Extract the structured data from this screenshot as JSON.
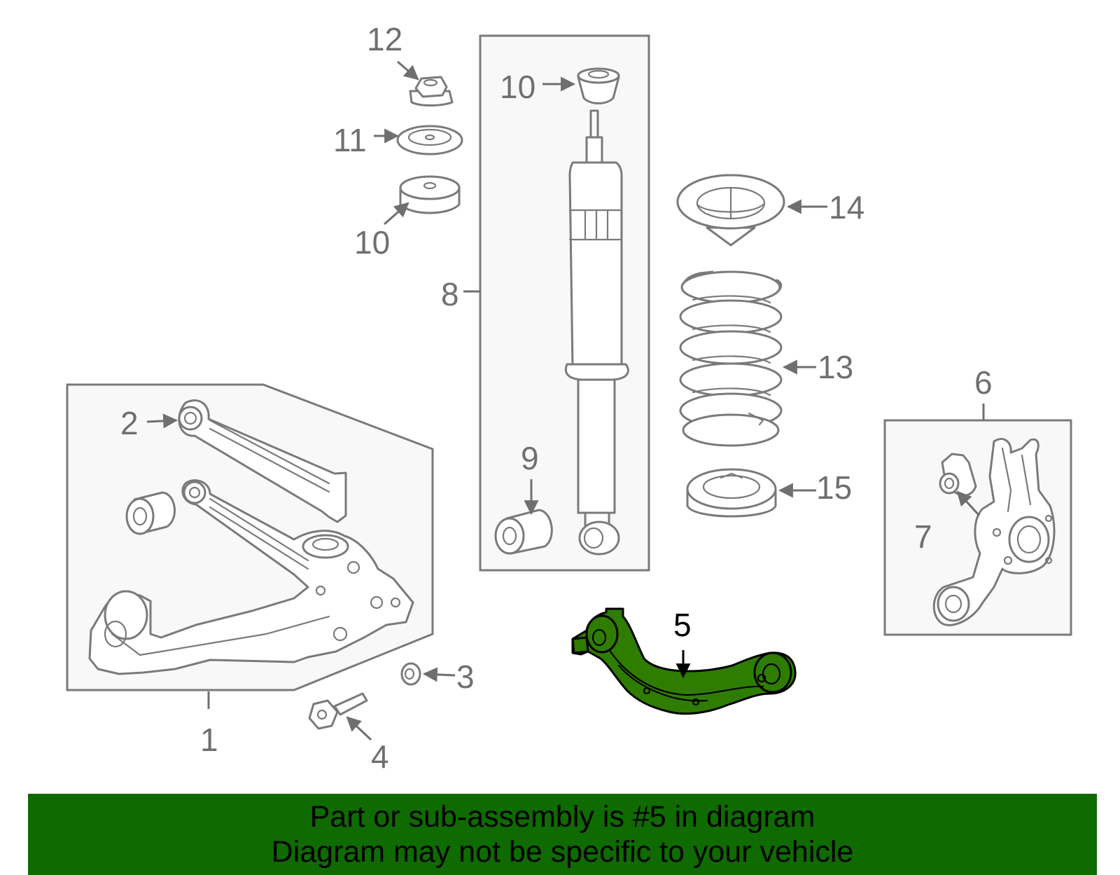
{
  "callouts": {
    "c1": "1",
    "c2": "2",
    "c3": "3",
    "c4": "4",
    "c5": "5",
    "c6": "6",
    "c7": "7",
    "c8": "8",
    "c9": "9",
    "c10a": "10",
    "c10b": "10",
    "c11": "11",
    "c12": "12",
    "c13": "13",
    "c14": "14",
    "c15": "15"
  },
  "highlight": {
    "part_number": "5",
    "color": "#2f7d00"
  },
  "banner": {
    "line1": "Part or sub-assembly is #5 in diagram",
    "line2": "Diagram may not be specific to your vehicle",
    "background": "#0f6a00"
  }
}
